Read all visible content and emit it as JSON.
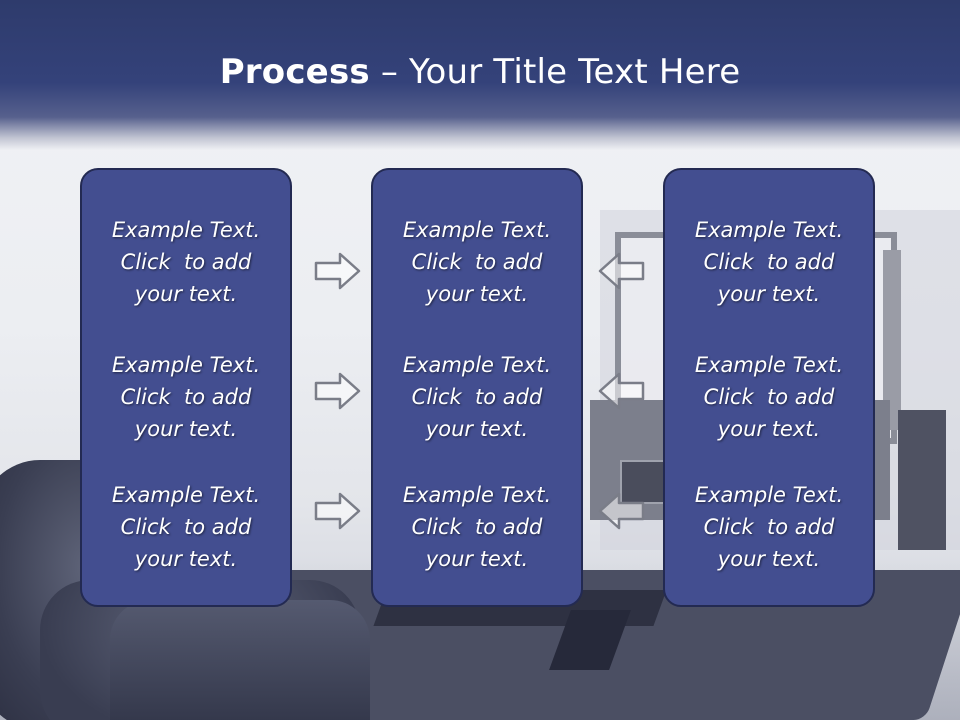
{
  "slide": {
    "title_bold": "Process",
    "title_rest": " – Your Title Text Here",
    "columns": [
      {
        "items": [
          {
            "lines": [
              "Example Text.",
              "Click  to add",
              "your text."
            ]
          },
          {
            "lines": [
              "Example Text.",
              "Click  to add",
              "your text."
            ]
          },
          {
            "lines": [
              "Example Text.",
              "Click  to add",
              "your text."
            ]
          }
        ]
      },
      {
        "items": [
          {
            "lines": [
              "Example Text.",
              "Click  to add",
              "your text."
            ]
          },
          {
            "lines": [
              "Example Text.",
              "Click  to add",
              "your text."
            ]
          },
          {
            "lines": [
              "Example Text.",
              "Click  to add",
              "your text."
            ]
          }
        ]
      },
      {
        "items": [
          {
            "lines": [
              "Example Text.",
              "Click  to add",
              "your text."
            ]
          },
          {
            "lines": [
              "Example Text.",
              "Click  to add",
              "your text."
            ]
          },
          {
            "lines": [
              "Example Text.",
              "Click  to add",
              "your text."
            ]
          }
        ]
      }
    ],
    "arrows": {
      "left": [
        "arrow-right-icon",
        "arrow-right-icon",
        "arrow-right-icon"
      ],
      "right": [
        "arrow-left-icon",
        "arrow-left-icon",
        "arrow-left-icon"
      ]
    }
  },
  "colors": {
    "header": "#2e3b6c",
    "box_fill": "#434e90",
    "box_border": "#232a52",
    "text": "#ffffff",
    "arrow_stroke": "#7a7d88"
  }
}
